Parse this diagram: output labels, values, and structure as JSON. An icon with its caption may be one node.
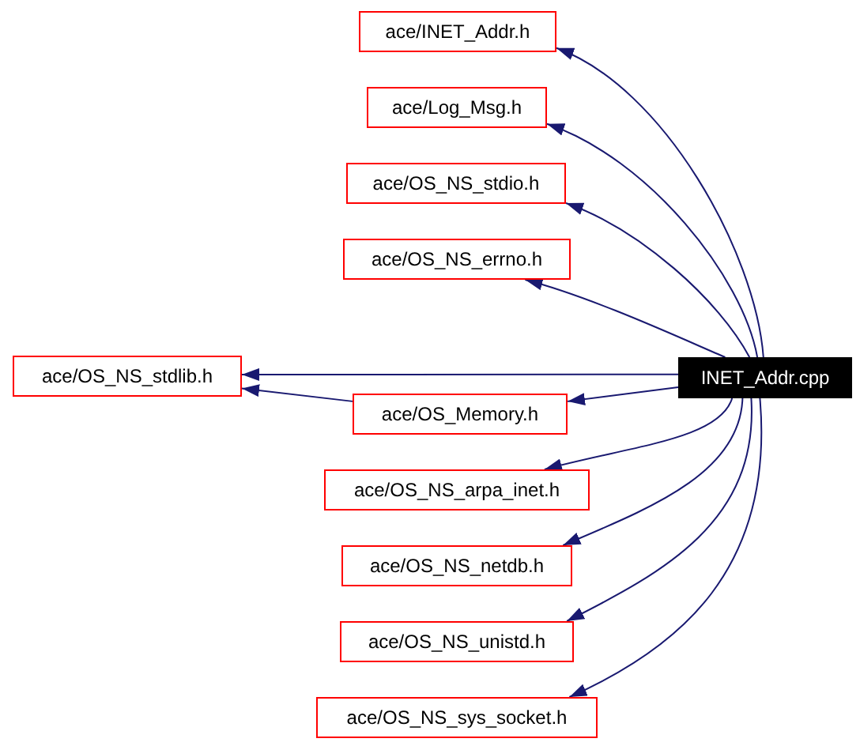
{
  "diagram": {
    "nodes": [
      {
        "text": [
          "ace/INET_Addr.h"
        ]
      },
      {
        "text": [
          "ace/Log_Msg.h"
        ]
      },
      {
        "text": [
          "ace/OS_NS_stdio.h"
        ]
      },
      {
        "text": [
          "ace/OS_NS_errno.h"
        ]
      },
      {
        "text": [
          "ace/OS_NS_stdlib.h"
        ]
      },
      {
        "text": [
          "INET_Addr.cpp"
        ]
      },
      {
        "text": [
          "ace/OS_Memory.h"
        ]
      },
      {
        "text": [
          "ace/OS_NS_arpa_inet.h"
        ]
      },
      {
        "text": [
          "ace/OS_NS_netdb.h"
        ]
      },
      {
        "text": [
          "ace/OS_NS_unistd.h"
        ]
      },
      {
        "text": [
          "ace/OS_NS_sys_socket.h"
        ]
      }
    ],
    "edges": [
      {
        "from": 5,
        "to": 0,
        "arrow": "to"
      },
      {
        "from": 5,
        "to": 1,
        "arrow": "to"
      },
      {
        "from": 5,
        "to": 2,
        "arrow": "to"
      },
      {
        "from": 5,
        "to": 3,
        "arrow": "to"
      },
      {
        "from": 5,
        "to": 4,
        "arrow": "to"
      },
      {
        "from": 5,
        "to": 6,
        "arrow": "to"
      },
      {
        "from": 6,
        "to": 4,
        "arrow": "to"
      },
      {
        "from": 5,
        "to": 7,
        "arrow": "to"
      },
      {
        "from": 5,
        "to": 8,
        "arrow": "to"
      },
      {
        "from": 5,
        "to": 9,
        "arrow": "to"
      },
      {
        "from": 5,
        "to": 10,
        "arrow": "to"
      }
    ]
  }
}
